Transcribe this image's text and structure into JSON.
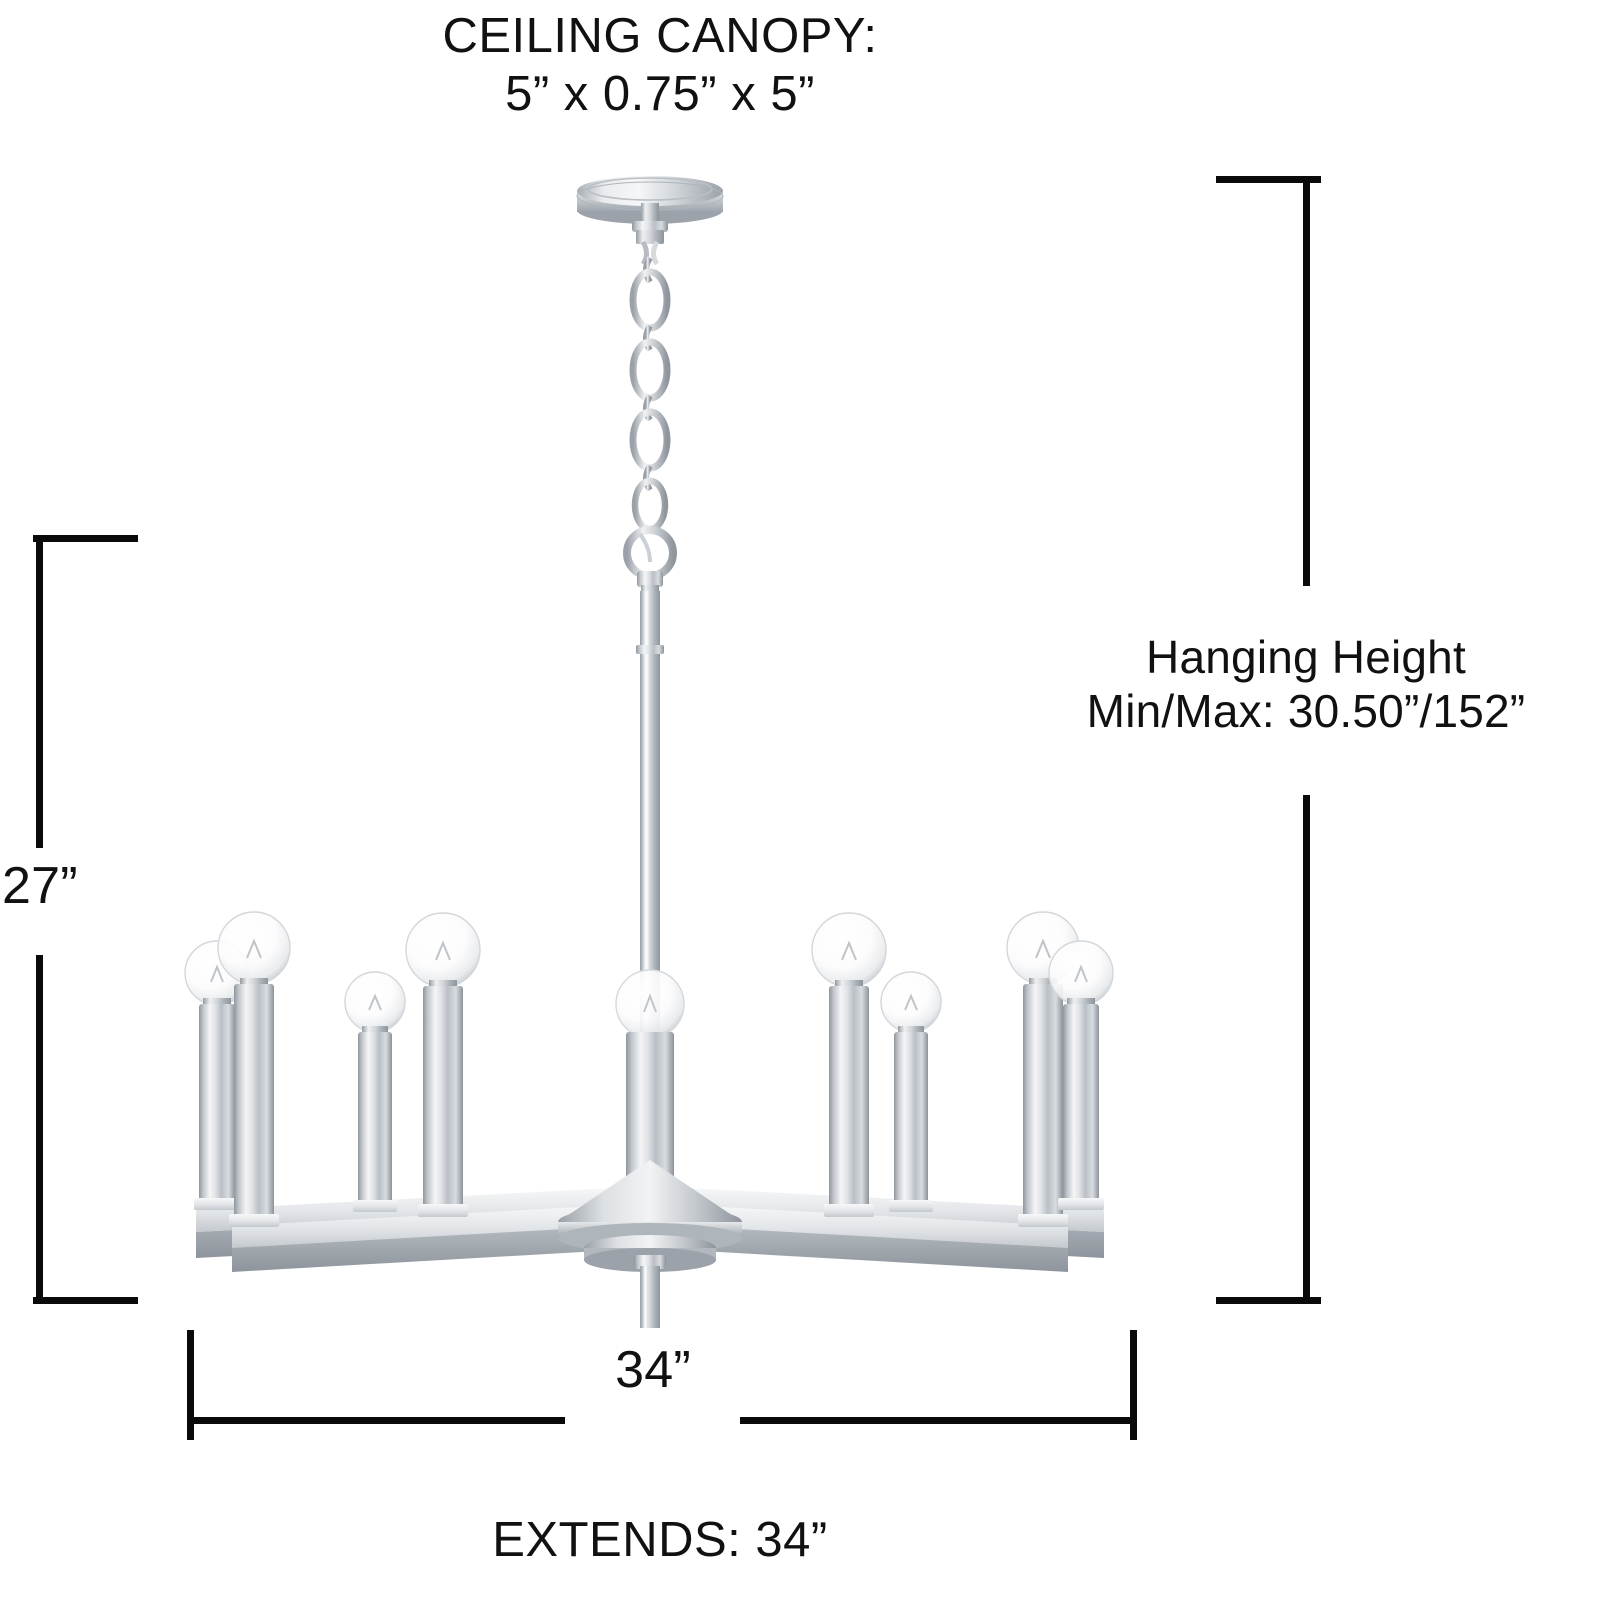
{
  "diagram": {
    "kind": "product-dimension-diagram",
    "product": "9-light chandelier",
    "background_color": "#ffffff",
    "line_color": "#0a0a0a",
    "text_color": "#111111"
  },
  "labels": {
    "canopy": "CEILING CANOPY:\n5” x 0.75” x 5”",
    "hanging_height": "Hanging Height\nMin/Max: 30.50”/152”",
    "extends": "EXTENDS: 34”"
  },
  "dimensions": {
    "height": {
      "value": "27”",
      "position": "left",
      "orientation": "vertical"
    },
    "width": {
      "value": "34”",
      "position": "bottom",
      "orientation": "horizontal"
    }
  },
  "finish": {
    "name": "brushed-nickel",
    "light": "#f2f3f4",
    "mid": "#c9cdd2",
    "dark": "#8f969d",
    "shadow": "#6e767e",
    "highlight": "#ffffff"
  },
  "fixture": {
    "canopy": {
      "shape": "disc",
      "width_in": 5,
      "height_in": 0.75
    },
    "chain": {
      "links": 7
    },
    "downrod": {
      "present": true
    },
    "hub": {
      "shape": "cone-with-plate"
    },
    "arms": {
      "count": 8,
      "style": "flat-rectangular"
    },
    "bulbs": {
      "count": 9,
      "style": "clear-globe-with-filament"
    },
    "candles": {
      "count": 9,
      "style": "cylindrical-sleeve"
    }
  }
}
